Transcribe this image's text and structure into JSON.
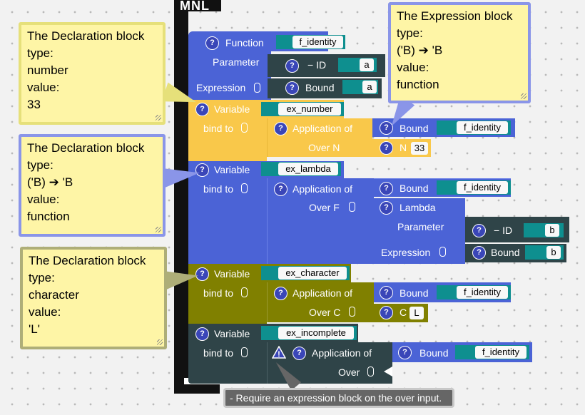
{
  "logo_text": "MNL",
  "function_block": {
    "title": "Function",
    "name": "f_identity",
    "parameter_label": "Parameter",
    "id_label": "ID",
    "id_value": "a",
    "expression_label": "Expression",
    "bound_label": "Bound",
    "bound_value": "a"
  },
  "declarations": [
    {
      "variable_label": "Variable",
      "name": "ex_number",
      "bind_label": "bind to",
      "application_label": "Application of",
      "bound_label": "Bound",
      "bound_fn": "f_identity",
      "over_label": "Over N",
      "arg_label": "N",
      "arg_value": "33"
    },
    {
      "variable_label": "Variable",
      "name": "ex_lambda",
      "bind_label": "bind to",
      "application_label": "Application of",
      "bound_label": "Bound",
      "bound_fn": "f_identity",
      "over_label": "Over F",
      "lambda_label": "Lambda",
      "parameter_label": "Parameter",
      "id_label": "ID",
      "id_value": "b",
      "expression_label": "Expression",
      "inner_bound_label": "Bound",
      "inner_bound_value": "b"
    },
    {
      "variable_label": "Variable",
      "name": "ex_character",
      "bind_label": "bind to",
      "application_label": "Application of",
      "bound_label": "Bound",
      "bound_fn": "f_identity",
      "over_label": "Over C",
      "arg_label": "C",
      "arg_value": "L"
    },
    {
      "variable_label": "Variable",
      "name": "ex_incomplete",
      "bind_label": "bind to",
      "application_label": "Application of",
      "bound_label": "Bound",
      "bound_fn": "f_identity",
      "over_label": "Over",
      "warning_icon": "warning-triangle-icon"
    }
  ],
  "comments": [
    {
      "lines": [
        "The Declaration block",
        "type:",
        "number",
        "value:",
        "33"
      ],
      "border": "#e6e07a"
    },
    {
      "lines": [
        "The Declaration block",
        "type:",
        "('B) ➔ 'B",
        "value:",
        "function"
      ],
      "border": "#8a95e8"
    },
    {
      "lines": [
        "The Declaration block",
        "type:",
        "character",
        "value:",
        "'L'"
      ],
      "border": "#aeae78"
    },
    {
      "lines": [
        "The Expression block",
        "type:",
        "('B) ➔ 'B",
        "value:",
        "function"
      ],
      "border": "#8a95e8"
    }
  ],
  "warning_tooltip": "- Require an expression block on the over input.",
  "colors": {
    "function": "#4b63d6",
    "dark": "#2f4448",
    "teal": "#0e8f8f",
    "yellow": "#f9c84a",
    "blue": "#4b63d6",
    "olive": "#808000",
    "help": "#3a46b8"
  }
}
